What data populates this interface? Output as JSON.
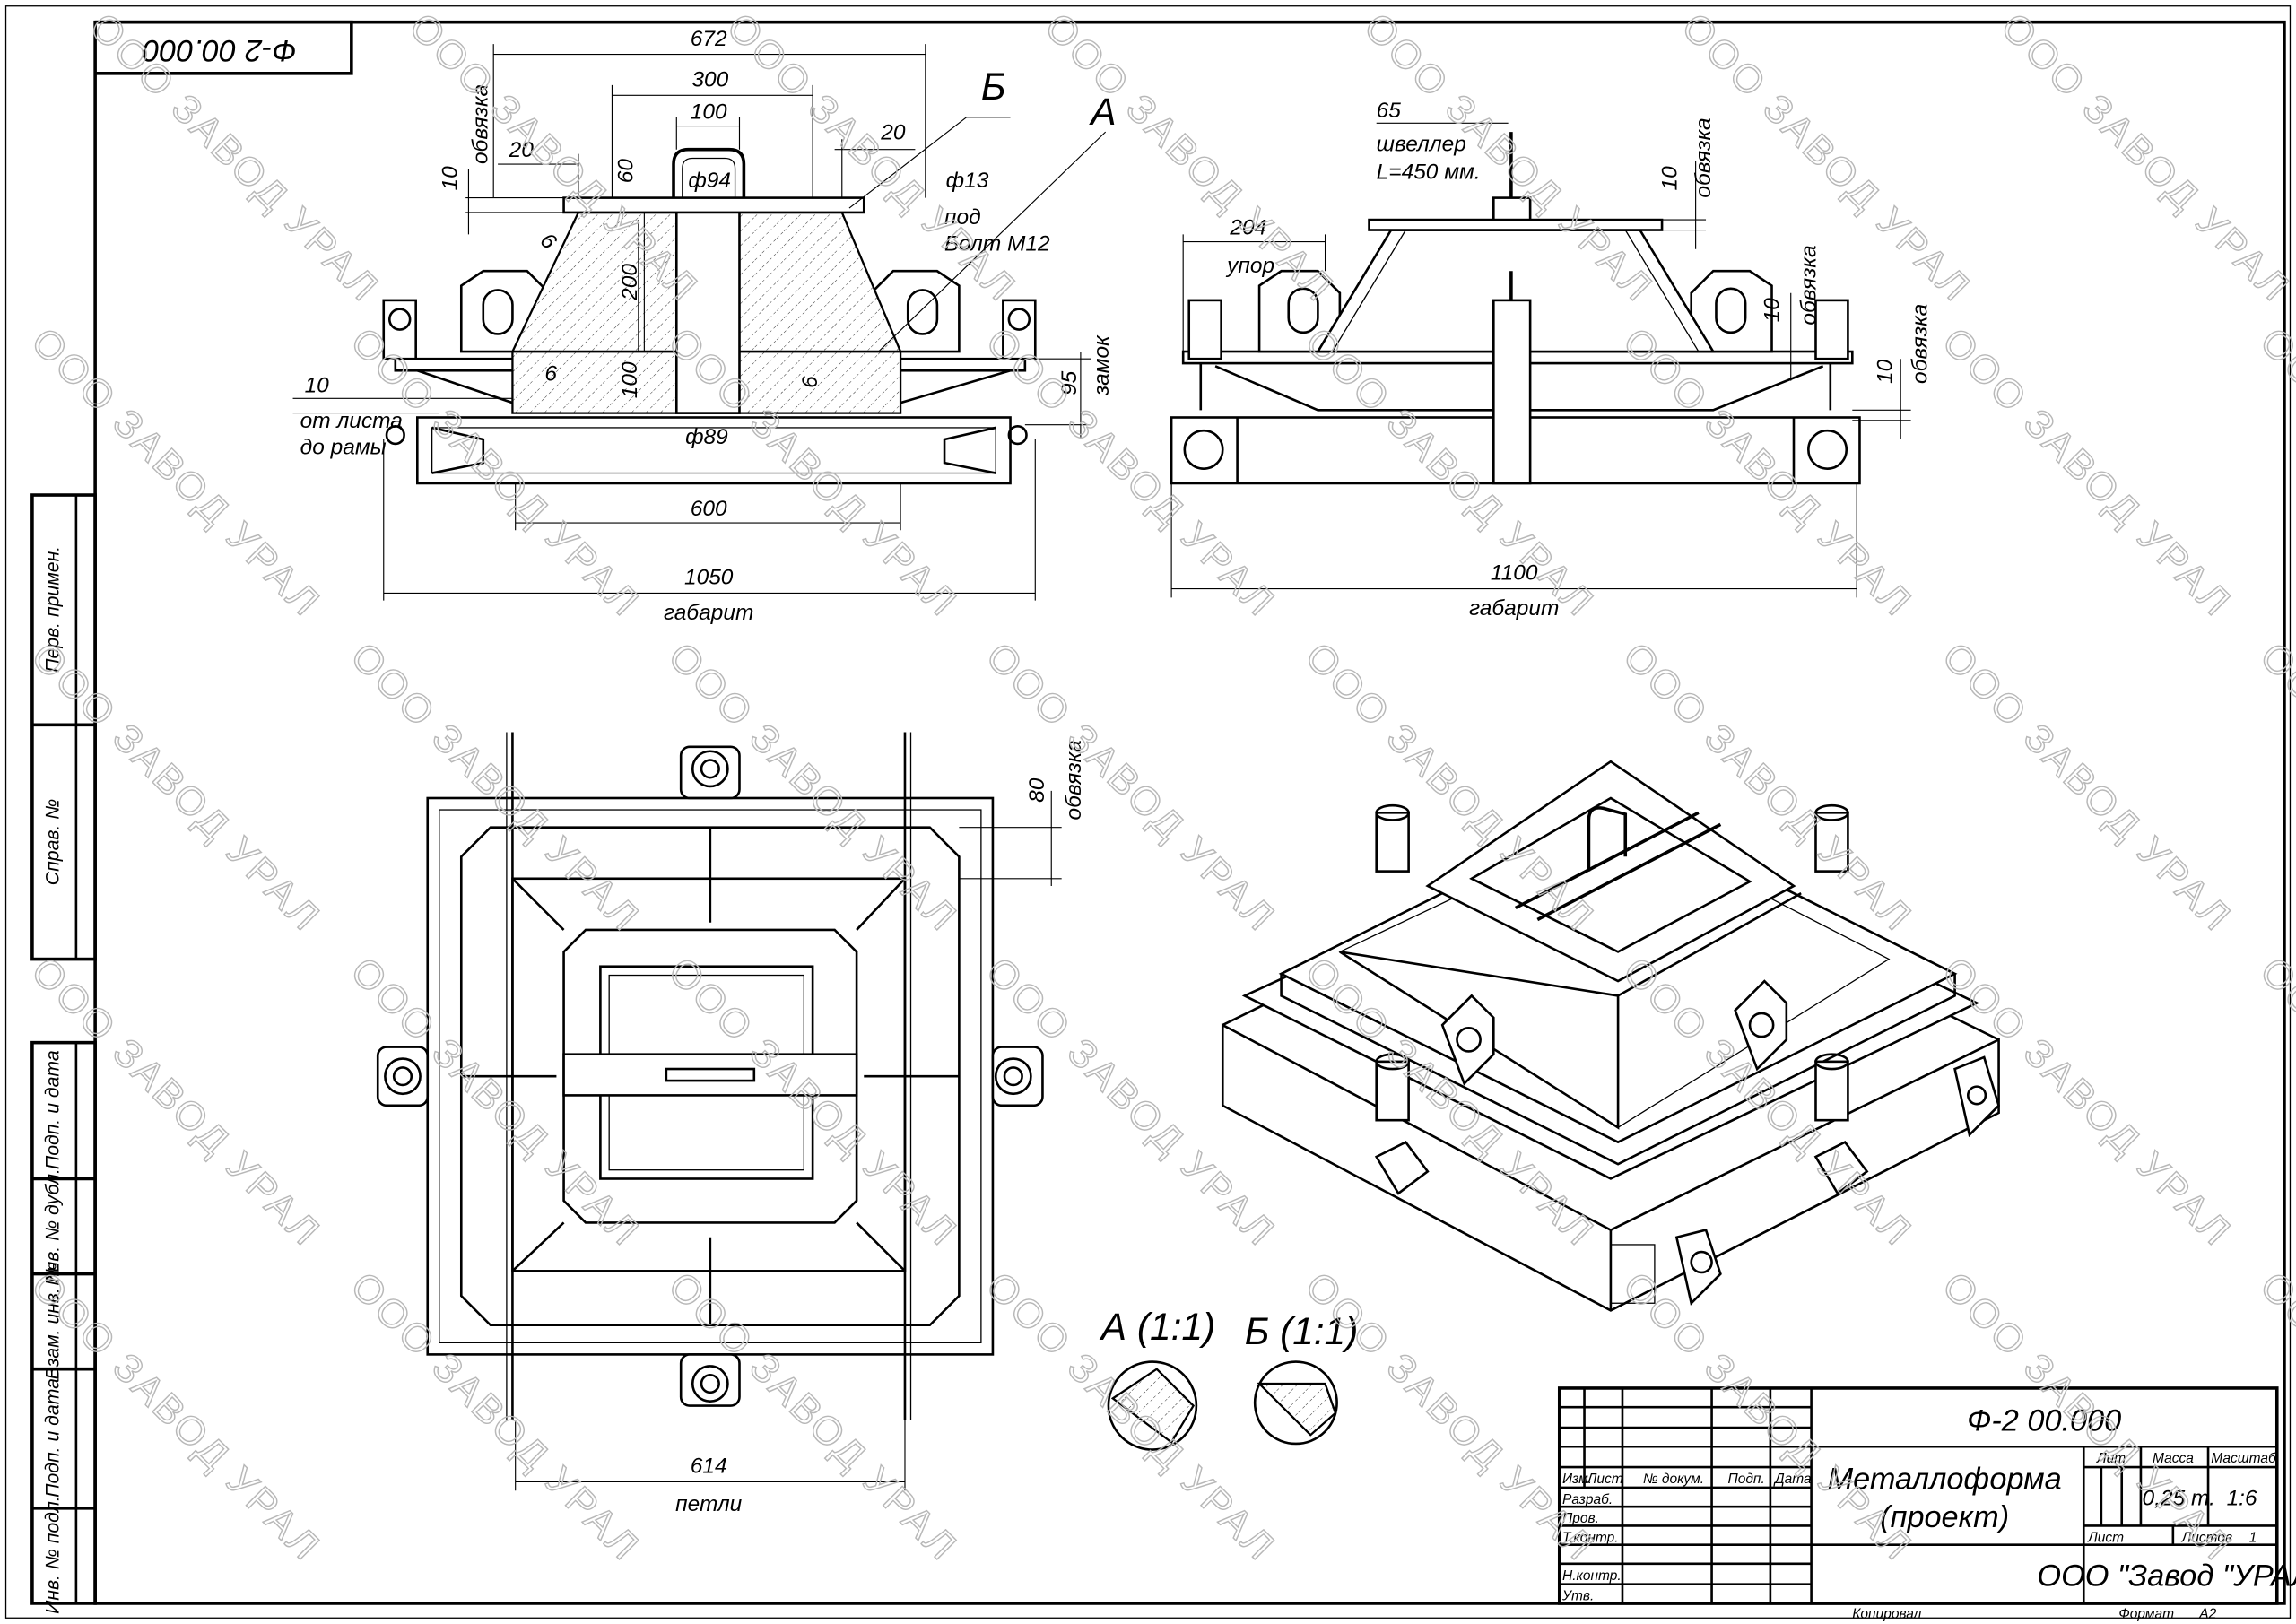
{
  "drawing_number_stamp": "Ф-2 00.000",
  "front_view": {
    "dims": {
      "d672": "672",
      "d300": "300",
      "d100": "100",
      "d20a": "20",
      "d20b": "20",
      "d60": "60",
      "d10": "10",
      "phi94": "ф94",
      "phi13": "ф13",
      "d6a": "6",
      "d200": "200",
      "d100b": "100",
      "d6b": "6",
      "d6c": "6",
      "d10b": "10",
      "d95": "95",
      "phi89": "ф89",
      "d600": "600",
      "d1050": "1050"
    },
    "labels": {
      "obvyazka": "обвязка",
      "pod": "под",
      "bolt": "Болт М12",
      "ot_lista": "от листа",
      "do_ramy": "до рамы",
      "zamok": "замок",
      "gabarit": "габарит",
      "callout_a": "А",
      "callout_b": "Б"
    }
  },
  "side_view": {
    "dims": {
      "d65": "65",
      "d204": "204",
      "d10a": "10",
      "d10b": "10",
      "d10c": "10",
      "d1100": "1100"
    },
    "labels": {
      "shveller": "швеллер",
      "length": "L=450 мм.",
      "upor": "упор",
      "obvyazka1": "обвязка",
      "obvyazka2": "обвязка",
      "obvyazka3": "обвязка",
      "gabarit": "габарит"
    }
  },
  "plan_view": {
    "dims": {
      "d80": "80",
      "d614": "614"
    },
    "labels": {
      "obvyazka": "обвязка",
      "petli": "петли"
    }
  },
  "details": {
    "a": "А (1:1)",
    "b": "Б (1:1)"
  },
  "side_strip": {
    "cells": [
      "Перв. примен.",
      "Справ. №",
      "Подп. и дата",
      "Инв. № дубл.",
      "Взам. инв. №",
      "Подп. и дата",
      "Инв. № подл."
    ]
  },
  "title_block": {
    "designation": "Ф-2 00.000",
    "name_line1": "Металлоформа",
    "name_line2": "(проект)",
    "headers": {
      "izm": "Изм.",
      "list": "Лист",
      "doc": "№ докум.",
      "podp": "Подп.",
      "data": "Дата"
    },
    "roles": [
      "Разраб.",
      "Пров.",
      "Т.контр.",
      "",
      "Н.контр.",
      "Утв."
    ],
    "lit_label": "Лит.",
    "mass_label": "Масса",
    "scale_label": "Масштаб",
    "mass": "0,25 т.",
    "scale": "1:6",
    "sheet_label": "Лист",
    "sheets_label": "Листов",
    "sheets": "1",
    "company": "ООО \"Завод \"УРАЛ\"",
    "copied": "Копировал",
    "format_label": "Формат",
    "format": "А2"
  },
  "watermark": "ООО ЗАВОД УРАЛ"
}
